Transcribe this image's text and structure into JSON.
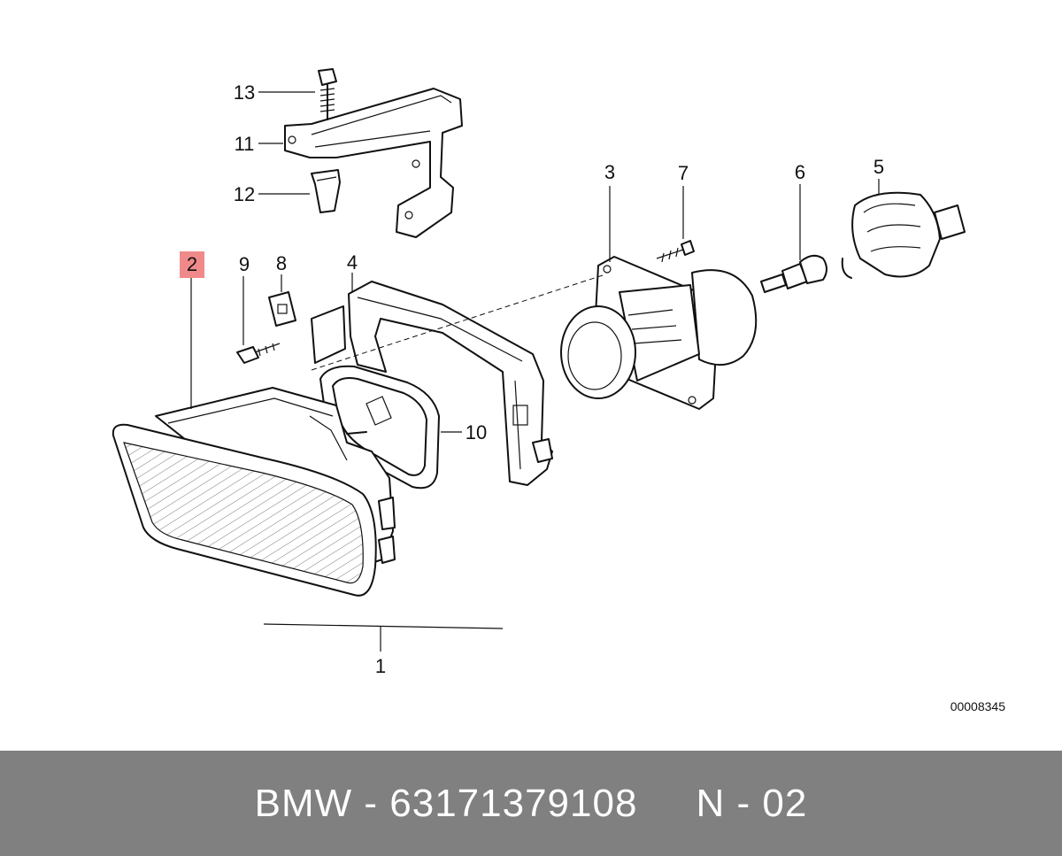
{
  "diagram": {
    "callouts": [
      {
        "id": "1",
        "label": "1"
      },
      {
        "id": "2",
        "label": "2",
        "highlighted": true
      },
      {
        "id": "3",
        "label": "3"
      },
      {
        "id": "4",
        "label": "4"
      },
      {
        "id": "5",
        "label": "5"
      },
      {
        "id": "6",
        "label": "6"
      },
      {
        "id": "7",
        "label": "7"
      },
      {
        "id": "8",
        "label": "8"
      },
      {
        "id": "9",
        "label": "9"
      },
      {
        "id": "10",
        "label": "10"
      },
      {
        "id": "11",
        "label": "11"
      },
      {
        "id": "12",
        "label": "12"
      },
      {
        "id": "13",
        "label": "13"
      }
    ],
    "reference_number": "00008345",
    "highlight_color": "#f08a8a"
  },
  "footer": {
    "text": "BMW - 63171379108     N - 02",
    "background": "#808080",
    "text_color": "#ffffff"
  }
}
